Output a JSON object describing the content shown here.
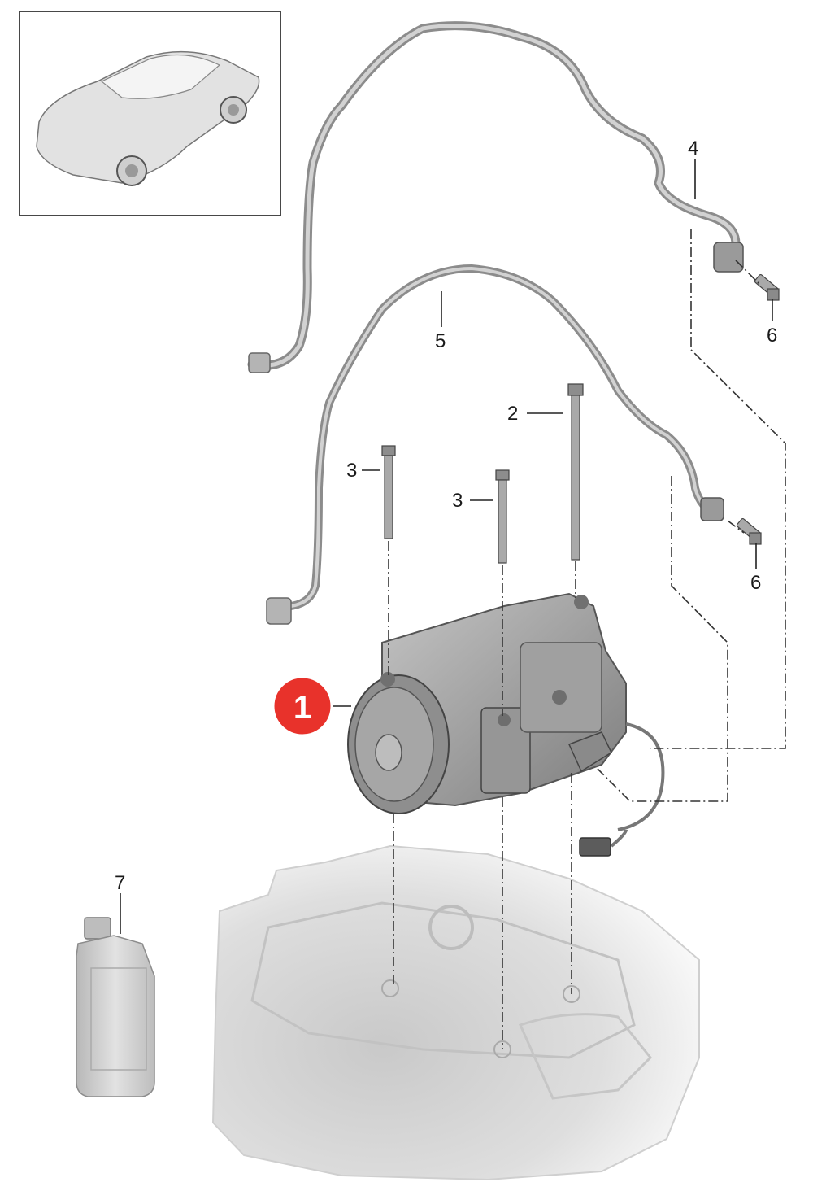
{
  "callouts": {
    "compressor": "1",
    "long_bolt": "2",
    "bolt_left": "3",
    "bolt_mid": "3",
    "pipe_upper": "4",
    "pipe_lower": "5",
    "screw_upper": "6",
    "screw_lower": "6",
    "oil_bottle": "7"
  },
  "colors": {
    "highlight_badge": "#e8322b",
    "part_gray": "#a8a8a8",
    "engine_gray": "#d4d4d4"
  }
}
